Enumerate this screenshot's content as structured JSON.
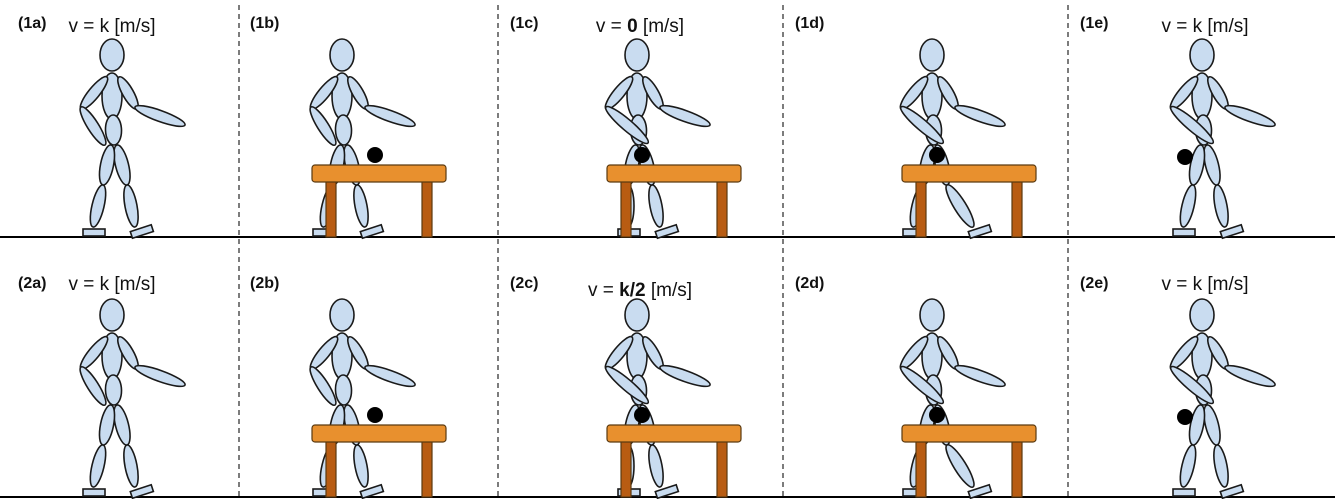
{
  "panels": [
    {
      "id": "(1a)",
      "caption": [
        "v = k [m/s]"
      ],
      "table": false,
      "ball": "none"
    },
    {
      "id": "(1b)",
      "caption": [],
      "table": true,
      "ball": "on-table"
    },
    {
      "id": "(1c)",
      "caption": [
        "v = ",
        "0",
        " [m/s]"
      ],
      "table": true,
      "ball": "in-hand"
    },
    {
      "id": "(1d)",
      "caption": [],
      "table": true,
      "ball": "in-hand"
    },
    {
      "id": "(1e)",
      "caption": [
        "v = k [m/s]"
      ],
      "table": false,
      "ball": "in-hand"
    },
    {
      "id": "(2a)",
      "caption": [
        "v = k [m/s]"
      ],
      "table": false,
      "ball": "none"
    },
    {
      "id": "(2b)",
      "caption": [],
      "table": true,
      "ball": "on-table"
    },
    {
      "id": "(2c)",
      "caption": [
        "v = ",
        "k/2",
        " [m/s]"
      ],
      "table": true,
      "ball": "in-hand"
    },
    {
      "id": "(2d)",
      "caption": [],
      "table": true,
      "ball": "in-hand"
    },
    {
      "id": "(2e)",
      "caption": [
        "v = k [m/s]"
      ],
      "table": false,
      "ball": "in-hand"
    }
  ],
  "colors": {
    "figure_fill": "#c9dcf0",
    "outline": "#1a1a1a",
    "table_top": "#e8902e",
    "table_leg": "#b85c12",
    "ball": "#000000"
  }
}
